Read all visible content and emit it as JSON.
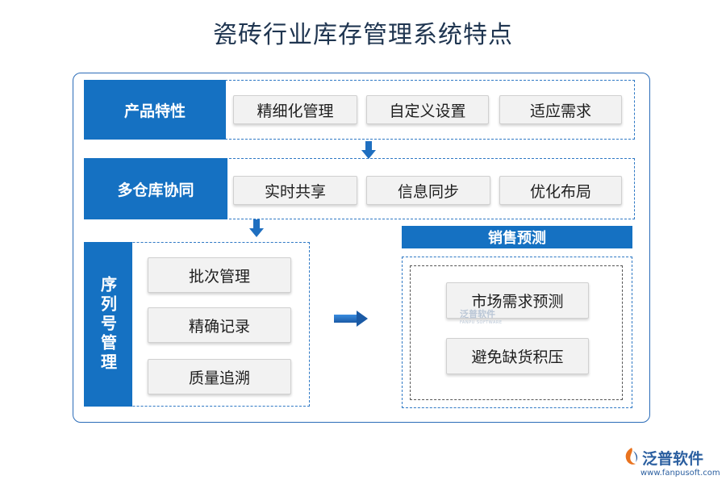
{
  "title": "瓷砖行业库存管理系统特点",
  "sections": {
    "product": {
      "label": "产品特性",
      "items": [
        "精细化管理",
        "自定义设置",
        "适应需求"
      ]
    },
    "warehouse": {
      "label": "多仓库协同",
      "items": [
        "实时共享",
        "信息同步",
        "优化布局"
      ]
    },
    "serial": {
      "label": "序列号管理",
      "items": [
        "批次管理",
        "精确记录",
        "质量追溯"
      ]
    },
    "sales": {
      "label": "销售预测",
      "items": [
        "市场需求预测",
        "避免缺货积压"
      ]
    }
  },
  "watermark": {
    "text": "泛普软件",
    "sub": "FANPU SOFTWARE"
  },
  "brand": {
    "name": "泛普软件",
    "url": "www.fanpusoft.com"
  },
  "colors": {
    "accent": "#1571c2",
    "border": "#2b6cb8",
    "title": "#1f3550"
  }
}
